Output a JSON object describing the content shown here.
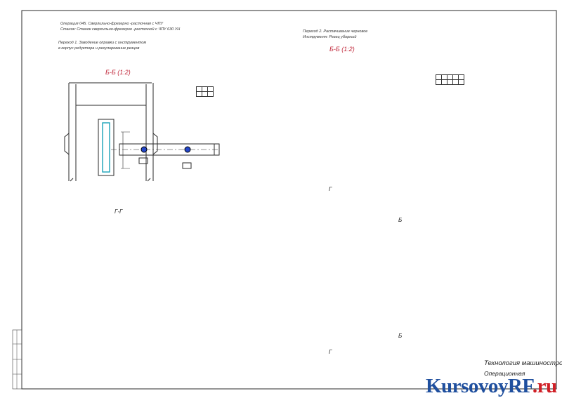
{
  "operation_text": {
    "line1": "Операция 045. Сверлильно-фрезерно -расточная с ЧПУ",
    "line2": "Станок: Станок сверлильно-фрезерно -расточной с ЧПУ 630 УН"
  },
  "transition1": {
    "line1": "Переход 1. Заводение оправки с инструментом",
    "line2": "в корпус редуктора и регулирование резцов"
  },
  "transition2": {
    "line1": "Переход 2. Растачивание черновое",
    "line2": "Инструмент: Резец уборный"
  },
  "section_left": "Б-Б (1:2)",
  "section_right": "Б-Б (1:2)",
  "section_gg": "Г-Г",
  "mark_g": "Г",
  "mark_b": "Б",
  "title_block": {
    "discipline": "Технология машиностроения",
    "doc_name": "Операционная"
  },
  "watermark": {
    "part1": "KursovoyRF",
    "part2": ".ru"
  },
  "colors": {
    "line": "#2a2a2a",
    "accent_cyan": "#1aa3b8",
    "accent_magenta": "#c0268a",
    "accent_blue": "#2447c9",
    "section_red": "#c0273a"
  }
}
